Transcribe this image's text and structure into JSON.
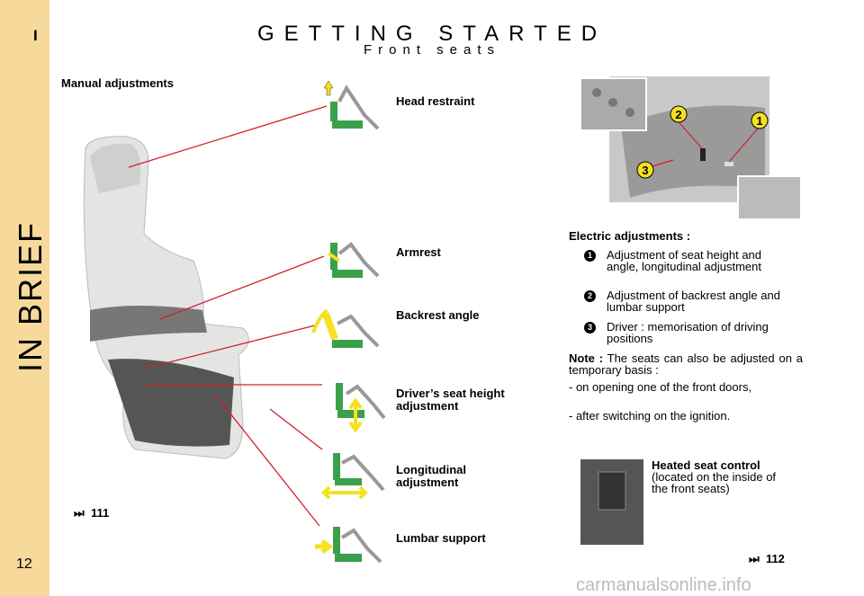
{
  "sidebar": {
    "chapter": "I",
    "section": "IN BRIEF",
    "page_number": "12"
  },
  "header": {
    "title": "GETTING STARTED",
    "subtitle": "Front seats"
  },
  "manual": {
    "heading": "Manual adjustments",
    "items": [
      "Head restraint",
      "Armrest",
      "Backrest angle",
      "Driver’s seat height adjustment",
      "Longitudinal adjustment",
      "Lumbar support"
    ],
    "ref": "111"
  },
  "electric": {
    "callouts": [
      "1",
      "2",
      "3"
    ],
    "heading": "Electric adjustments :",
    "items": [
      {
        "n": "1",
        "text": "Adjustment of seat height and angle, longitudinal adjustment"
      },
      {
        "n": "2",
        "text": "Adjustment of backrest angle and lumbar support"
      },
      {
        "n": "3",
        "text": "Driver : memorisation of driving positions"
      }
    ],
    "note_label": "Note :",
    "note": "The seats can also be adjusted on a temporary basis :",
    "bullets": [
      "- on opening one of the front doors,",
      "- after switching on the ignition."
    ]
  },
  "heated": {
    "title": "Heated seat control",
    "text": "(located on the inside of the front seats)",
    "ref": "112"
  },
  "watermark": "carmanualsonline.info",
  "colors": {
    "sidebar": "#f6d99b",
    "leader_line": "#d0202a",
    "icon_green": "#3aa04a",
    "icon_yellow": "#f5e11e"
  }
}
